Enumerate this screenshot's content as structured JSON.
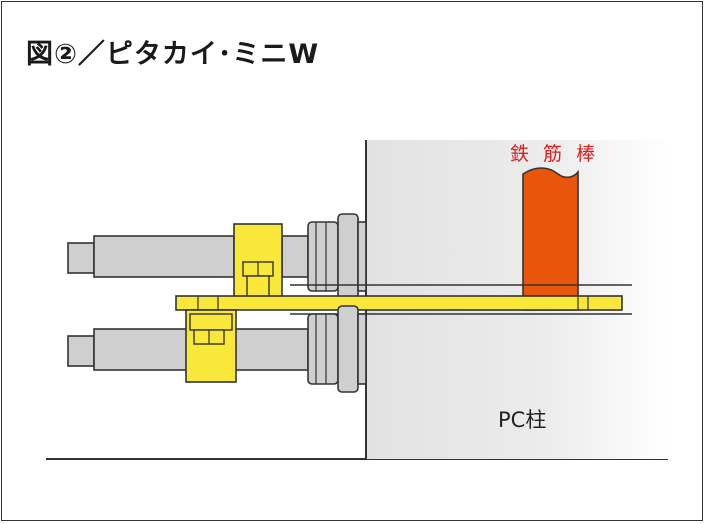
{
  "title": "図②／ピタカイ･ミニW",
  "labels": {
    "rebar": "鉄 筋 棒",
    "column": "PC柱"
  },
  "colors": {
    "yellow": "#f9e83a",
    "rebar": "#e8560c",
    "steel": "#cfcfcf",
    "column": "#e7e7e7",
    "outline": "#333333",
    "rebar_label": "#d8201c"
  }
}
